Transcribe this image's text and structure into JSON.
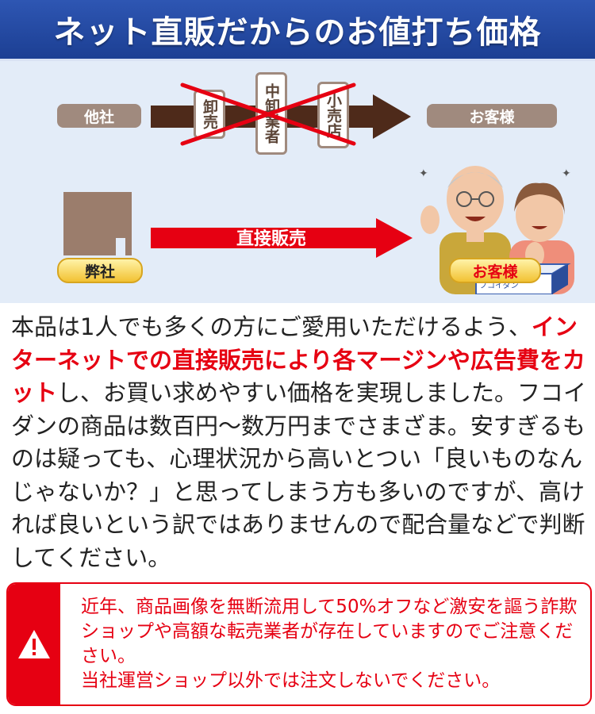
{
  "header": {
    "title": "ネット直販だからのお値打ち価格"
  },
  "diagram": {
    "others_label": "他社",
    "customer_label": "お客様",
    "middlemen": [
      "卸売",
      "中卸業者",
      "小売店"
    ],
    "us_label": "弊社",
    "direct_label": "直接販売",
    "customer_label_2": "お客様",
    "box_label": "フコイダン"
  },
  "body": {
    "p1": "本品は1人でも多くの方にご愛用いただけるよう、",
    "emph": "インターネットでの直接販売により各マージンや広告費をカット",
    "p2": "し、お買い求めやすい価格を実現しました。フコイダンの商品は数百円～数万円までさまざま。安すぎるものは疑っても、心理状況から高いとつい「良いものなんじゃないか？」と思ってしまう方も多いのですが、高ければ良いという訳ではありませんので配合量などで判断してください。"
  },
  "warning": {
    "icon": "warning-icon",
    "text_1": "近年、商品画像を無断流用して50%オフなど激安を謳う詐欺ショップや高額な転売業者が存在していますのでご注意ください。",
    "text_2": "当社運営ショップ以外では注文しないでください。"
  },
  "colors": {
    "header_blue": "#1f4aa6",
    "diagram_bg": "#e3ecf8",
    "brown": "#4e2a1a",
    "accent_red": "#e60012",
    "gold": "#f2c233"
  }
}
